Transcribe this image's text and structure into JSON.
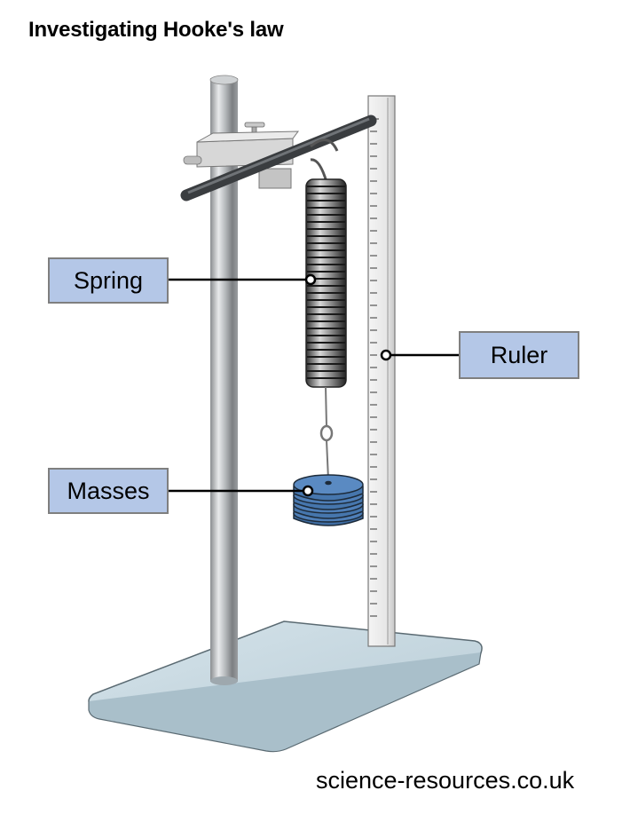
{
  "title": "Investigating Hooke's law",
  "credit": "science-resources.co.uk",
  "labels": {
    "spring": "Spring",
    "ruler": "Ruler",
    "masses": "Masses"
  },
  "colors": {
    "label_fill": "#b4c7e7",
    "label_border": "#7f7f7f",
    "masses": "#4f7fb8",
    "base": "#c6d8e0"
  },
  "components": [
    "retort-stand-rod",
    "boss-clamp",
    "clamp-bar",
    "spring",
    "hook",
    "masses",
    "ruler",
    "base-plate"
  ]
}
